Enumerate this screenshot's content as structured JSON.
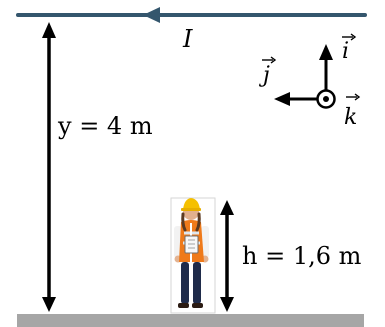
{
  "diagram": {
    "current_label": "I",
    "y_label": "y = 4 m",
    "h_label": "h = 1,6 m",
    "unit_vectors": {
      "i": "i",
      "j": "j",
      "k": "k"
    },
    "colors": {
      "wire": "#34566d",
      "ground": "#a6a6a6",
      "arrows": "#000000"
    },
    "icons": {
      "worker": "construction-worker-icon"
    }
  }
}
